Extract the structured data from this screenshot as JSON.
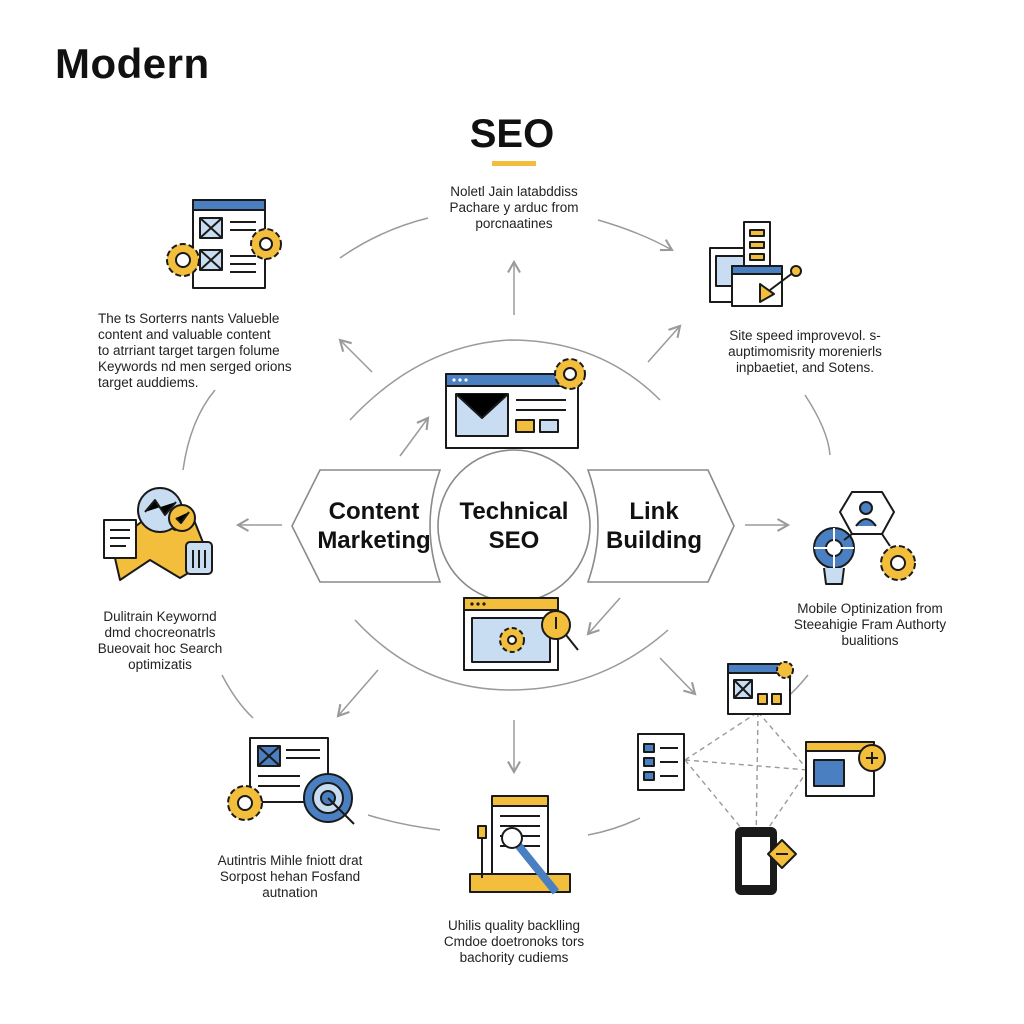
{
  "header": {
    "title": "Modern",
    "subtitle": "SEO"
  },
  "colors": {
    "accent": "#F2BE3C",
    "blue": "#4A7FC1",
    "blue_light": "#C9DDF2",
    "line": "#9A9A9A",
    "ink": "#1A1A1A"
  },
  "hubs": [
    {
      "id": "content",
      "lines": [
        "Content",
        "Marketing"
      ]
    },
    {
      "id": "technical",
      "lines": [
        "Technical",
        "SEO"
      ]
    },
    {
      "id": "link",
      "lines": [
        "Link",
        "Building"
      ]
    }
  ],
  "descriptions": {
    "top": [
      "Noletl Jain latabddiss",
      "Pachare y arduc from",
      "porcnaatines"
    ],
    "top_left": [
      "The ts Sorterrs nants Valueble",
      "content and valuable content",
      "to atrriant target targen folume",
      "Keywords nd men serged orions",
      "target auddiems."
    ],
    "top_right": [
      "Site speed improvevol. s-",
      "auptimomisrity morenierls",
      "inpbaetiet, and Sotens."
    ],
    "mid_left": [
      "Dulitrain Keywornd",
      "dmd chocreonatrls",
      "Bueovait hoc Search",
      "optimizatis"
    ],
    "mid_right": [
      "Mobile Optinization from",
      "Steeahigie Fram Authorty",
      "bualitions"
    ],
    "bottom_left": [
      "Autintris Mihle fniott drat",
      "Sorpost hehan Fosfand",
      "autnation"
    ],
    "bottom": [
      "Uhilis quality backlling",
      "Cmdoe doetronoks tors",
      "bachority cudiems"
    ]
  },
  "icons": [
    "web-page-gear-icon",
    "dashboard-checklist-pointer-icon",
    "email-browser-gear-icon",
    "chat-analytics-check-icon",
    "user-network-gear-icon",
    "browser-gear-magnifier-icon",
    "page-target-gear-icon",
    "mobile-edit-pen-icon",
    "sitemap-network-icon"
  ]
}
